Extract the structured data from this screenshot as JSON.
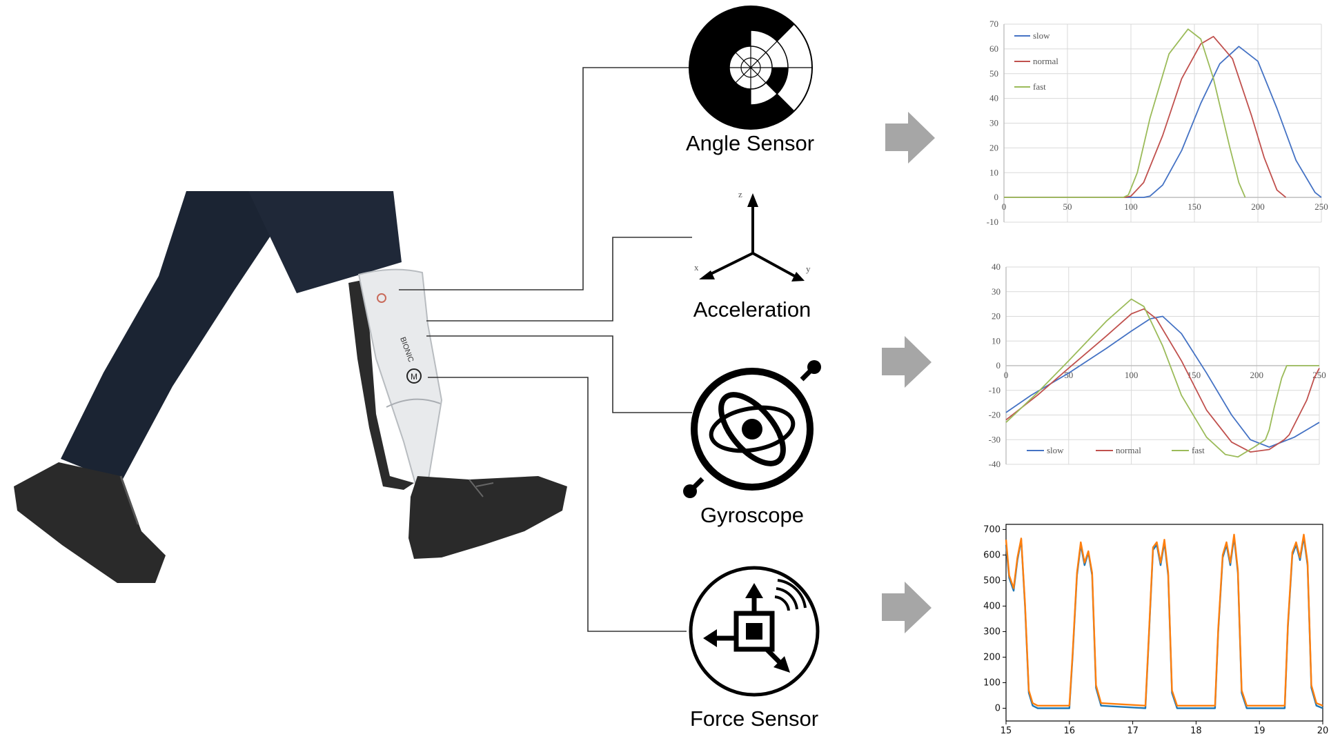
{
  "sensors": {
    "angle": {
      "label": "Angle Sensor",
      "icon": "angle-sensor-icon"
    },
    "acceleration": {
      "label": "Acceleration",
      "icon": "axes-icon",
      "axis_x": "x",
      "axis_y": "y",
      "axis_z": "z"
    },
    "gyroscope": {
      "label": "Gyroscope",
      "icon": "gyroscope-icon"
    },
    "force": {
      "label": "Force Sensor",
      "icon": "force-sensor-icon"
    }
  },
  "device": {
    "brand": "BIONIC",
    "logo_letter": "M"
  },
  "colors": {
    "slow": "#4472C4",
    "normal": "#C0504D",
    "fast": "#9BBB59",
    "force_a": "#1f77b4",
    "force_b": "#ff7f0e",
    "arrow": "#a6a6a6"
  },
  "chart_data": [
    {
      "type": "line",
      "xlim": [
        0,
        250
      ],
      "ylim": [
        -10,
        70
      ],
      "xticks": [
        0,
        50,
        100,
        150,
        200,
        250
      ],
      "yticks": [
        -10,
        0,
        10,
        20,
        30,
        40,
        50,
        60,
        70
      ],
      "grid": true,
      "legend": "top-left",
      "series": [
        {
          "name": "slow",
          "x": [
            0,
            110,
            115,
            125,
            140,
            155,
            170,
            185,
            200,
            215,
            230,
            245,
            250
          ],
          "values": [
            0,
            0,
            0.5,
            5,
            19,
            38,
            54,
            61,
            55,
            36,
            15,
            2,
            0
          ]
        },
        {
          "name": "normal",
          "x": [
            0,
            95,
            100,
            110,
            125,
            140,
            155,
            165,
            180,
            195,
            205,
            215,
            222
          ],
          "values": [
            0,
            0,
            0.5,
            6,
            25,
            48,
            62,
            65,
            56,
            33,
            16,
            3,
            0
          ]
        },
        {
          "name": "fast",
          "x": [
            0,
            94,
            98,
            105,
            115,
            130,
            145,
            155,
            165,
            178,
            185,
            190
          ],
          "values": [
            0,
            0,
            1,
            10,
            32,
            58,
            68,
            64,
            48,
            20,
            6,
            0
          ]
        }
      ]
    },
    {
      "type": "line",
      "xlim": [
        0,
        250
      ],
      "ylim": [
        -40,
        40
      ],
      "xticks": [
        0,
        50,
        100,
        150,
        200,
        250
      ],
      "yticks": [
        -40,
        -30,
        -20,
        -10,
        0,
        10,
        20,
        30,
        40
      ],
      "grid": true,
      "legend": "bottom",
      "series": [
        {
          "name": "slow",
          "x": [
            0,
            20,
            50,
            80,
            100,
            115,
            125,
            140,
            160,
            180,
            195,
            210,
            230,
            250
          ],
          "values": [
            -19,
            -12,
            -3,
            7,
            14,
            19,
            20,
            13,
            -3,
            -20,
            -30,
            -33,
            -29,
            -23
          ]
        },
        {
          "name": "normal",
          "x": [
            0,
            25,
            50,
            80,
            100,
            110,
            120,
            140,
            160,
            180,
            195,
            210,
            222,
            226,
            232,
            240,
            246,
            250
          ],
          "values": [
            -22,
            -12,
            -1,
            12,
            21,
            23,
            19,
            2,
            -18,
            -31,
            -35,
            -34,
            -30,
            -28,
            -22,
            -14,
            -5,
            -1
          ]
        },
        {
          "name": "fast",
          "x": [
            0,
            25,
            50,
            80,
            100,
            110,
            125,
            140,
            160,
            175,
            185,
            198,
            207,
            210,
            214,
            220,
            224,
            230,
            250
          ],
          "values": [
            -23,
            -11,
            2,
            18,
            27,
            24,
            8,
            -12,
            -29,
            -36,
            -37,
            -33,
            -30,
            -26,
            -17,
            -5,
            0,
            0,
            0
          ]
        }
      ]
    },
    {
      "type": "line",
      "xlim": [
        15,
        20
      ],
      "ylim": [
        -50,
        720
      ],
      "xticks": [
        15,
        16,
        17,
        18,
        19,
        20
      ],
      "yticks": [
        0,
        100,
        200,
        300,
        400,
        500,
        600,
        700
      ],
      "grid": false,
      "series": [
        {
          "x": [
            15,
            15.05,
            15.12,
            15.18,
            15.24,
            15.3,
            15.36,
            15.42,
            15.5,
            16,
            16.05,
            16.12,
            16.18,
            16.24,
            16.3,
            16.36,
            16.42,
            16.5,
            17.2,
            17.25,
            17.32,
            17.38,
            17.44,
            17.5,
            17.56,
            17.62,
            17.7,
            18.3,
            18.35,
            18.42,
            18.48,
            18.54,
            18.6,
            18.66,
            18.72,
            18.8,
            19.4,
            19.45,
            19.52,
            19.58,
            19.64,
            19.7,
            19.76,
            19.82,
            19.9,
            20
          ],
          "values": [
            640,
            510,
            460,
            580,
            660,
            400,
            60,
            10,
            0,
            0,
            200,
            520,
            640,
            560,
            610,
            520,
            80,
            10,
            0,
            250,
            620,
            640,
            560,
            650,
            520,
            60,
            0,
            0,
            300,
            590,
            640,
            560,
            670,
            530,
            60,
            0,
            0,
            320,
            600,
            640,
            580,
            670,
            560,
            80,
            10,
            0
          ]
        },
        {
          "x": [
            15,
            15.05,
            15.12,
            15.18,
            15.24,
            15.3,
            15.36,
            15.42,
            15.5,
            16,
            16.05,
            16.12,
            16.18,
            16.24,
            16.3,
            16.36,
            16.42,
            16.5,
            17.2,
            17.25,
            17.32,
            17.38,
            17.44,
            17.5,
            17.56,
            17.62,
            17.7,
            18.3,
            18.35,
            18.42,
            18.48,
            18.54,
            18.6,
            18.66,
            18.72,
            18.8,
            19.4,
            19.45,
            19.52,
            19.58,
            19.64,
            19.7,
            19.76,
            19.82,
            19.9,
            20
          ],
          "values": [
            660,
            520,
            470,
            590,
            665,
            410,
            70,
            20,
            10,
            10,
            210,
            530,
            650,
            570,
            615,
            530,
            90,
            20,
            10,
            260,
            630,
            650,
            570,
            660,
            530,
            70,
            10,
            10,
            310,
            600,
            650,
            570,
            680,
            540,
            70,
            10,
            10,
            330,
            610,
            650,
            590,
            680,
            570,
            90,
            20,
            10
          ]
        }
      ]
    }
  ]
}
